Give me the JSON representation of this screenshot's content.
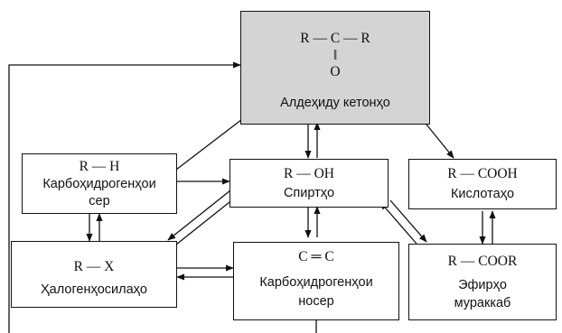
{
  "diagram": {
    "nodes": {
      "ketones": {
        "formula_top": "R — C — R",
        "formula_bond": "‖",
        "formula_o": "O",
        "label": "Алдеҳиду кетонҳо",
        "fill": "#d4d4d4"
      },
      "alkanes": {
        "formula": "R — H",
        "label_line1": "Карбоҳидрогенҳои",
        "label_line2": "сер"
      },
      "alcohols": {
        "formula": "R — OH",
        "label": "Спиртҳо"
      },
      "acids": {
        "formula": "R — COOH",
        "label": "Кислотаҳо"
      },
      "haloalkanes": {
        "formula": "R — X",
        "label": "Ҳалогенҳосилаҳо"
      },
      "alkenes": {
        "formula": "C ═ C",
        "label_line1": "Карбоҳидрогенҳои",
        "label_line2": "носер"
      },
      "esters": {
        "formula": "R — COOR",
        "label_line1": "Эфирҳо",
        "label_line2": "мураккаб"
      }
    },
    "colors": {
      "ink": "#111111",
      "background": "#ffffff"
    }
  }
}
